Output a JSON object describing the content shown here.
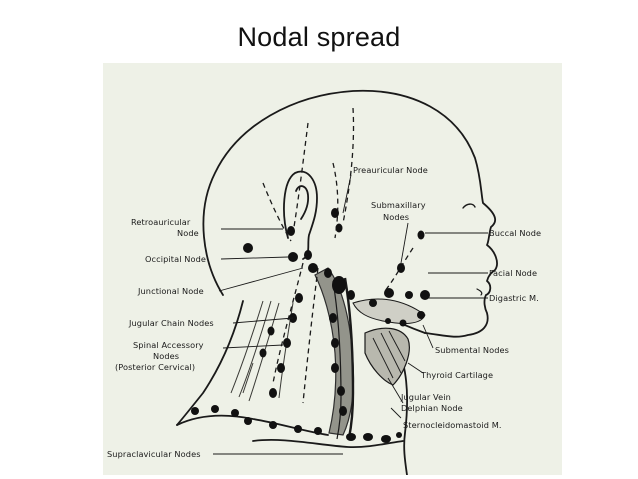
{
  "title": "Nodal spread",
  "diagram": {
    "labels": {
      "preauricular": "Preauricular Node",
      "submaxillary_1": "Submaxillary",
      "submaxillary_2": "Nodes",
      "retroauricular_1": "Retroauricular",
      "retroauricular_2": "Node",
      "buccal": "Buccal Node",
      "occipital": "Occipital Node",
      "facial": "Facial Node",
      "junctional": "Junctional Node",
      "digastric": "Digastric M.",
      "jugular_chain": "Jugular Chain Nodes",
      "spinal_accessory_1": "Spinal Accessory",
      "spinal_accessory_2": "Nodes",
      "spinal_accessory_3": "(Posterior Cervical)",
      "submental": "Submental Nodes",
      "thyroid": "Thyroid Cartilage",
      "jugular_vein": "Jugular Vein",
      "delphian": "Delphian Node",
      "sternocleidomastoid": "Sternocleidomastoid M.",
      "supraclavicular": "Supraclavicular Nodes"
    }
  }
}
